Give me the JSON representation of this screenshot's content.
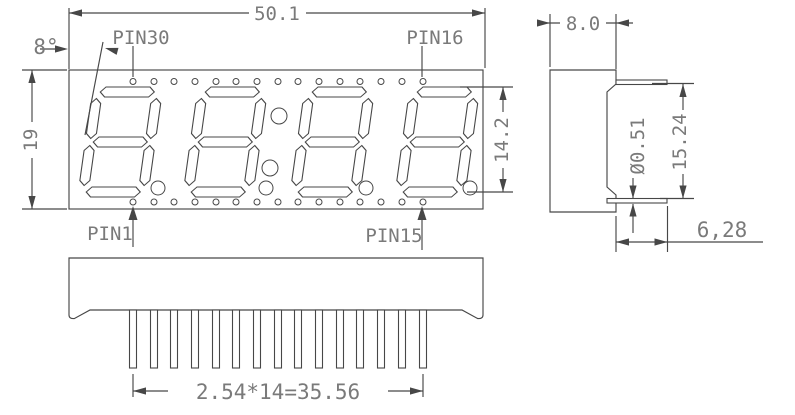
{
  "labels": {
    "pin30": "PIN30",
    "pin16": "PIN16",
    "pin1": "PIN1",
    "pin15": "PIN15"
  },
  "dimensions": {
    "overall_width": "50.1",
    "overall_height": "19",
    "digit_height": "14.2",
    "digit_slant_angle": "8°",
    "body_depth": "8.0",
    "pin_diameter": "Ø0.51",
    "pin_row_spacing": "15.24",
    "pin_protrusion": "6,28",
    "pin_pitch": "2.54*14=35.56"
  },
  "counts": {
    "digits": 4,
    "top_pin_holes": 15,
    "bottom_pin_holes": 15,
    "bottom_view_pins": 15
  },
  "colors": {
    "line": "#474747",
    "text": "#7a7a7a",
    "background": "#ffffff"
  }
}
